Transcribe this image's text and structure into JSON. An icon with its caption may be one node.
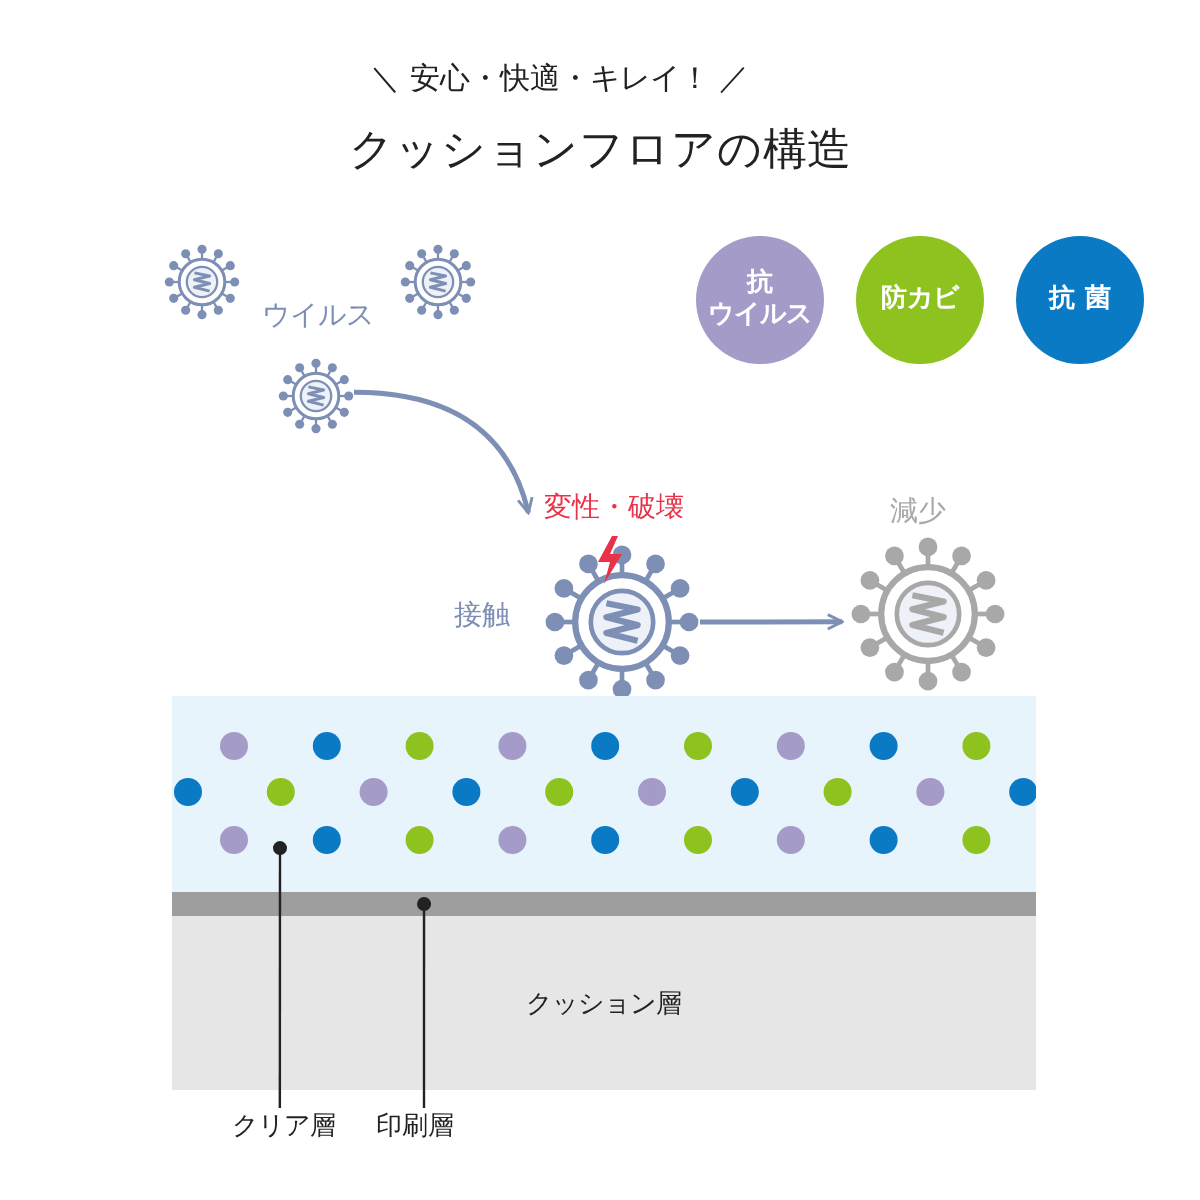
{
  "diagram": {
    "title": "クッションフロアの構造",
    "nodes": [
      {
        "text": [],
        "shape": "picture"
      },
      {
        "text": [],
        "shape": "picture"
      },
      {
        "text": [],
        "shape": "picture"
      },
      {
        "text": [],
        "shape": "picture",
        "beside": [
          "変性・破壊",
          "接触"
        ]
      },
      {
        "text": [],
        "shape": "picture",
        "beside": [
          "減少"
        ]
      },
      {
        "text": [
          "抗",
          "ウイルス"
        ]
      },
      {
        "text": [
          "防カビ"
        ]
      },
      {
        "text": [
          "抗 菌"
        ]
      },
      {
        "text": [],
        "shape": "band"
      },
      {
        "text": [],
        "shape": "bar"
      },
      {
        "text": [
          "クッション層"
        ]
      },
      {
        "text": [
          "クリア層"
        ]
      },
      {
        "text": [
          "印刷層"
        ]
      }
    ],
    "edges": [
      {
        "from": 2,
        "to": 3,
        "arrow": "to",
        "color": "#7d8fb5"
      },
      {
        "from": 3,
        "to": 4,
        "arrow": "to",
        "color": "#7d8fb5"
      },
      {
        "from": 11,
        "to": 8,
        "arrow": "other",
        "color": "#222222"
      },
      {
        "from": 12,
        "to": 9,
        "arrow": "other",
        "color": "#222222"
      }
    ],
    "labels": [
      "＼ 安心・快適・キレイ！ ／",
      "ウイルス"
    ]
  }
}
